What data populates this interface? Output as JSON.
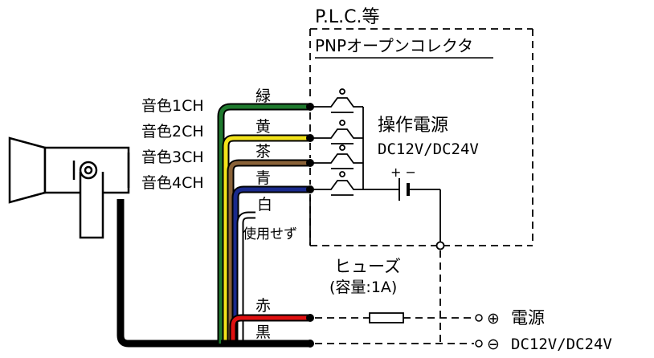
{
  "plc": {
    "title": "P.L.C.等",
    "output_type": "PNPオープンコレクタ"
  },
  "operating_power": {
    "title": "操作電源",
    "voltage": "DC12V/DC24V",
    "polarity": "+ −"
  },
  "channels": [
    {
      "label": "音色1CH",
      "wire_color_name": "緑",
      "color": "#1f7a2e"
    },
    {
      "label": "音色2CH",
      "wire_color_name": "黄",
      "color": "#f2e21a"
    },
    {
      "label": "音色3CH",
      "wire_color_name": "茶",
      "color": "#8a6238"
    },
    {
      "label": "音色4CH",
      "wire_color_name": "青",
      "color": "#1a2a8c"
    }
  ],
  "unused_wire": {
    "color_name": "白",
    "note": "使用せず"
  },
  "fuse": {
    "label": "ヒューズ",
    "capacity": "(容量:1A)"
  },
  "power_wires": [
    {
      "color_name": "赤",
      "color": "#e01010"
    },
    {
      "color_name": "黒",
      "color": "#000000"
    }
  ],
  "power_supply": {
    "plus_symbol": "⊕",
    "minus_symbol": "⊖",
    "label": "電源",
    "voltage": "DC12V/DC24V"
  }
}
